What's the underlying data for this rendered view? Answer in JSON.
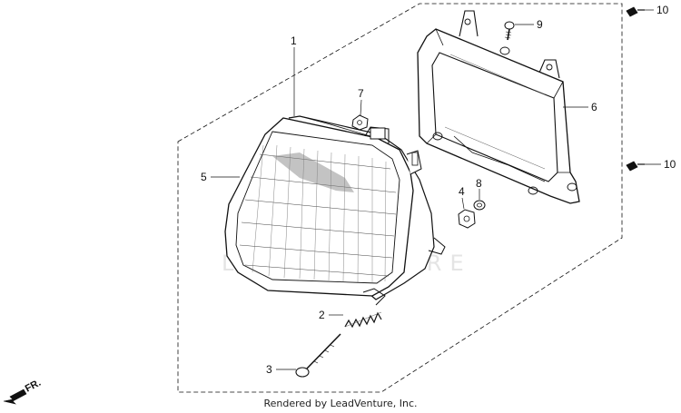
{
  "diagram": {
    "callouts": [
      {
        "id": "1",
        "label": "1"
      },
      {
        "id": "2",
        "label": "2"
      },
      {
        "id": "3",
        "label": "3"
      },
      {
        "id": "4",
        "label": "4"
      },
      {
        "id": "5",
        "label": "5"
      },
      {
        "id": "6",
        "label": "6"
      },
      {
        "id": "7",
        "label": "7"
      },
      {
        "id": "8",
        "label": "8"
      },
      {
        "id": "9",
        "label": "9"
      },
      {
        "id": "10a",
        "label": "10"
      },
      {
        "id": "10b",
        "label": "10"
      }
    ],
    "watermark": "LEADVENTURE",
    "direction_label": "FR."
  },
  "footer": {
    "text": "Rendered by LeadVenture, Inc."
  },
  "colors": {
    "line": "#111111",
    "watermark": "#e4e4e4",
    "background": "#ffffff"
  }
}
